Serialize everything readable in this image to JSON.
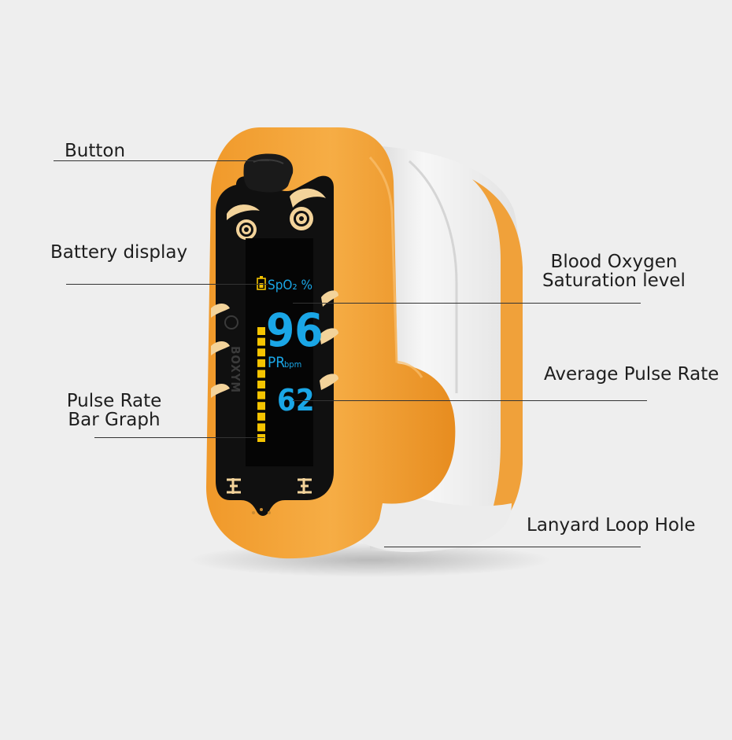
{
  "callouts": {
    "button": "Button",
    "battery": "Battery display",
    "spo2_line1": "Blood Oxygen",
    "spo2_line2": "Saturation level",
    "pulse_rate": "Average Pulse Rate",
    "bar_line1": "Pulse Rate",
    "bar_line2": "Bar Graph",
    "lanyard": "Lanyard Loop Hole"
  },
  "display": {
    "spo2_label": "SpO₂ %",
    "spo2_value": "96",
    "pr_label": "PR",
    "bpm_label": "bpm",
    "pr_value": "62",
    "brand": "BOXYM",
    "bar_segments": 11
  },
  "colors": {
    "shell_orange": "#f4a53c",
    "shell_white": "#f6f6f6",
    "lcd_blue": "#1aa6e6",
    "lcd_yellow": "#f5c400",
    "accent_cream": "#f3d39a"
  }
}
